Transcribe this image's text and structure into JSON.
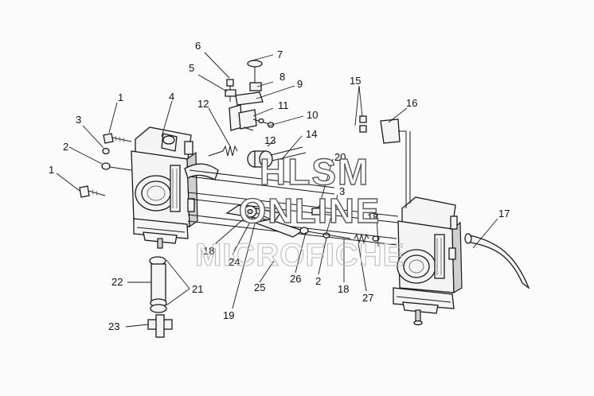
{
  "diagram": {
    "callouts": [
      {
        "id": "c6",
        "text": "6"
      },
      {
        "id": "c7",
        "text": "7"
      },
      {
        "id": "c5",
        "text": "5"
      },
      {
        "id": "c8",
        "text": "8"
      },
      {
        "id": "c9",
        "text": "9"
      },
      {
        "id": "c1a",
        "text": "1"
      },
      {
        "id": "c4",
        "text": "4"
      },
      {
        "id": "c12",
        "text": "12"
      },
      {
        "id": "c11",
        "text": "11"
      },
      {
        "id": "c10",
        "text": "10"
      },
      {
        "id": "c3a",
        "text": "3"
      },
      {
        "id": "c13",
        "text": "13"
      },
      {
        "id": "c14",
        "text": "14"
      },
      {
        "id": "c2a",
        "text": "2"
      },
      {
        "id": "c20",
        "text": "20"
      },
      {
        "id": "c1b",
        "text": "1"
      },
      {
        "id": "c3b",
        "text": "3"
      },
      {
        "id": "c15",
        "text": "15"
      },
      {
        "id": "c16",
        "text": "16"
      },
      {
        "id": "c18a",
        "text": "18"
      },
      {
        "id": "c17",
        "text": "17"
      },
      {
        "id": "c18b",
        "text": "18"
      },
      {
        "id": "c24",
        "text": "24"
      },
      {
        "id": "c22",
        "text": "22"
      },
      {
        "id": "c21",
        "text": "21"
      },
      {
        "id": "c25",
        "text": "25"
      },
      {
        "id": "c26",
        "text": "26"
      },
      {
        "id": "c2b",
        "text": "2"
      },
      {
        "id": "c18c",
        "text": "18"
      },
      {
        "id": "c27",
        "text": "27"
      },
      {
        "id": "c19",
        "text": "19"
      },
      {
        "id": "c23",
        "text": "23"
      }
    ]
  },
  "watermark": {
    "line1": "HLSM",
    "line2": "ONLINE",
    "line3": "MICROFICHE"
  }
}
